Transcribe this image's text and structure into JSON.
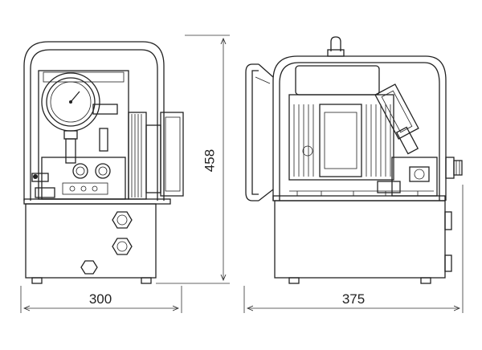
{
  "dimensions": {
    "front_width": "300",
    "side_depth": "375",
    "height": "458"
  }
}
